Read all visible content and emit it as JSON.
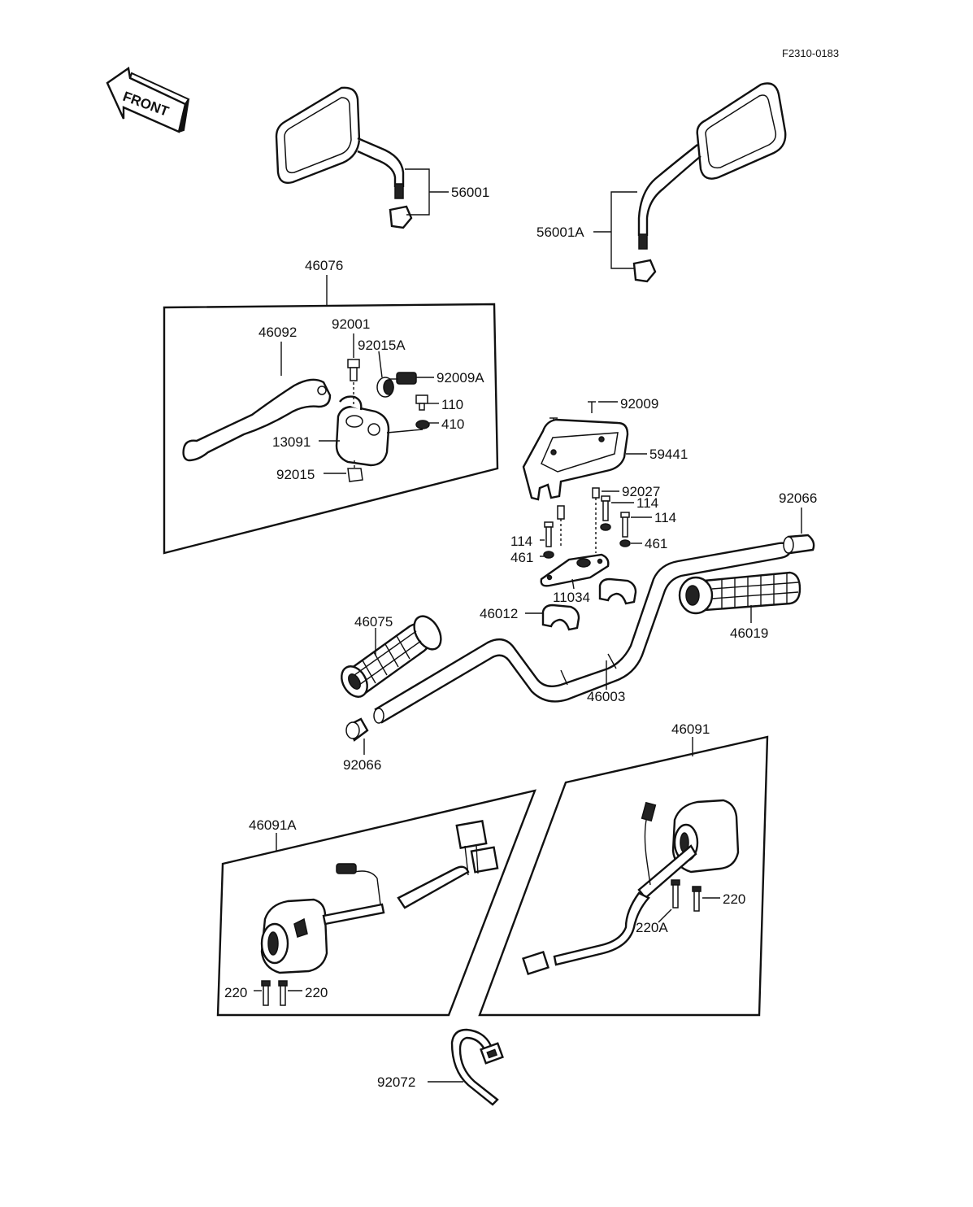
{
  "diagram_code": "F2310-0183",
  "front_arrow_text": "FRONT",
  "mirror_text": "",
  "labels": {
    "p56001": "56001",
    "p56001A": "56001A",
    "p46076": "46076",
    "p46092": "46092",
    "p92001": "92001",
    "p92015A": "92015A",
    "p92009A": "92009A",
    "p110": "110",
    "p410": "410",
    "p13091": "13091",
    "p92015": "92015",
    "p92009": "92009",
    "p59441": "59441",
    "p92027": "92027",
    "p114a": "114",
    "p114b": "114",
    "p114c": "114",
    "p461a": "461",
    "p461b": "461",
    "p11034": "11034",
    "p46012": "46012",
    "p92066a": "92066",
    "p46019": "46019",
    "p46075": "46075",
    "p46003": "46003",
    "p92066b": "92066",
    "p46091": "46091",
    "p46091A": "46091A",
    "p220a": "220",
    "p220b": "220",
    "p220c": "220",
    "p220A": "220A",
    "p92072": "92072"
  }
}
